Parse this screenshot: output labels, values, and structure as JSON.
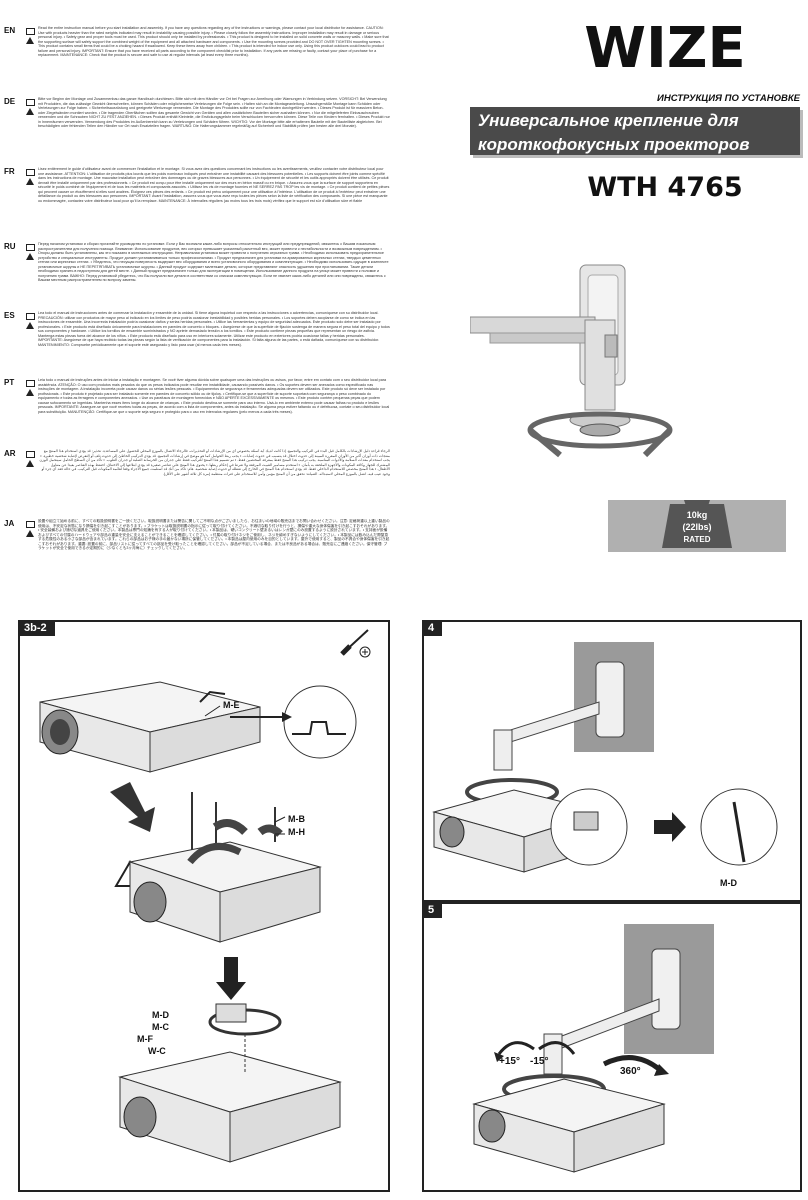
{
  "brand": "WIZE",
  "doc_type": "ИНСТРУКЦИЯ ПО УСТАНОВКЕ",
  "product_title_line1": "Универсальное крепление для",
  "product_title_line2": "короткофокусных проекторов",
  "model": "WTH 4765",
  "rating": {
    "weight": "10kg",
    "weight_alt": "(22lbs)",
    "label": "RATED"
  },
  "sections": [
    {
      "lang": "EN",
      "text": "Read the entire instruction manual before you start installation and assembly. If you have any questions regarding any of the instructions or warnings, please contact your local distributor for assistance. CAUTION: Use with products heavier than the rated weights indicated may result in instability causing possible injury. • Please closely follow the assembly instructions. Improper installation may result in damage or serious personal injury. • Safety gear and proper tools must be used. This product should only be installed by professionals. • This product is designed to be installed on solid concrete walls or masonry walls. • Make sure that the supporting surface will safely support the combined weight of the equipment and all attached hardware and components. • Use the mounting screws provided and DO NOT OVER TIGHTEN mounting screws. • This product contains small items that could be a choking hazard if swallowed. Keep these items away from children. • This product is intended for indoor use only. Using this product outdoors could lead to product failure and personal injury. IMPORTANT: Ensure that you have received all parts according to the component checklist prior to installation. If any parts are missing or faulty, contact your place of purchase for a replacement. MAINTENANCE: Check that the product is secure and safe to use at regular intervals (at least every three months)."
    },
    {
      "lang": "DE",
      "text": "Bitte vor Beginn der Montage und Zusammenbau das ganze Handbuch durchlesen. Bitte sich mit dem Händler vor Ort bei Fragen zur Anreihung oder Warnungen in Verbindung setzen. VORSICHT: Bei Verwendung mit Produkten, die das zulässige Gewicht überschreiten, können Schäden oder möglicherweise Verletzungen die Folge sein. • Halten sich an die Montageanleitung. Unsachgemäße Montage kann Schäden oder Verletzungen zur Folge haben. • Sicherheitsausrüstung und geeignete Werkzeuge verwenden. Die Montage des Produktes sollte nur von Fachleuten durchgeführt werden. • Dieses Produkt ist für massiven Beton- oder Ziegelwänden montiert worden. • Die tragenden Oberflächen sollten das gesamte Gewicht von Geräten und allen zusätzlichen Bauteilen sicher aushalten können. • Nur die mitgelieferten Einbauschrauben verwenden und die Schrauben NICHT ZU FEST ANZIEHEN. • Dieses Produkt enthält Kleinteile, die Erstickungsgefahr beim Verschlucken hervorrufen können. Diese Teile von Kindern fernhalten. • Dieses Produkt nur in Innenräumen verwenden. Verwendung des Produktes im Außenbereich kann zu Verletzungen und Schäden führen. WICHTIG: Vor der Montage bitte alle erhaltenen Bauteile mit der Bauteilliste abgleichen. Bei beschädigten oder fehlenden Teilen den Händler vor Ort nach Ersatzteilen fragen. WARTUNG: Die Halterungskammer regelmäßig auf Sicherheit und Stabilität prüfen (am besten alle drei Monate)."
    },
    {
      "lang": "FR",
      "text": "Lisez entièrement le guide d'utilisateur avant de commencer l'installation et le montage. Si vous avez des questions concernant les instructions ou les avertissements, veuillez contacter votre distributeur local pour une assistance. ATTENTION: L'utilisation de produits plus lourds que les poids nominaux indiqués peut entraîner une instabilité causant des blessures potentielles. • Les supports doivent être joints comme spécifié dans les instructions de montage. Une mauvaise installation peut entraîner des dommages ou de graves blessures aux personnes. • Un équipement de sécurité et les outils appropriés doivent être utilisés. Ce produit devrait être installé uniquement par des professionnels. • Ce produit est conçu pour être installé uniquement sur des murs en béton massif ou en brique. • Assurez-vous que la surface de support supportera en sécurité le poids combiné de l'équipement et de tous les matériels et composants associés. • Utilisez les vis de montage fournies et NE SERREZ PAS TROP les vis de montage. • Ce produit contient de petites pièces qui peuvent causer un étouffement si elles sont avalées. Éloignez ces pièces des enfants. • Ce produit est prévu uniquement pour une utilisation à l'intérieur. L'utilisation de ce produit à l'extérieur peut entraîner une défaillance du produit ou des blessures aux personnes. IMPORTANT: Avant l'installation, assurez-vous que vous avez reçu toutes les pièces selon la liste de vérification des composants. Si une pièce est manquante ou endommagée, contactez votre distributeur local pour qu'il la remplace. MAINTENANCE: À intervalles réguliers (au moins tous les trois mois) vérifiez que le support est sûr d'utilisation sûre et fiable"
    },
    {
      "lang": "RU",
      "text": "Перед началом установки и сборки прочитайте руководство по установке. Если у Вас возникли какие-либо вопросы относительно инструкций или предупреждений, свяжитесь с Вашим локальным распространителем для получения помощи. Внимание: Использование продуктов, вес которых превышает указанный расчетный вес, может привести к нестабильности и возможным повреждениям. • Опоры должны быть установлены, как это показано в монтажных инструкциях. Неправильная установка может привести к получению серьезных травм. • Необходимо использовать предохранительное устройство и специальные инструменты. Продукт должен устанавливаться только профессионалами. • Продукт предназначен для установки на армированных кирпичных стенах, твердых цементных стенах или кирпичных стенах. • Убедитесь, что несущая поверхность выдержит вес оборудования и всего установочного оборудования и комплектующих. • Необходимо использовать идущие в комплекте установочные шурупы и НЕ ПЕРЕТЯГИВАТЬ установочные шурупы. • Данный продукт содержит маленькие детали, которые представляют опасность удушения при проглатывании. Такие детали необходимо хранить в недоступном для детей месте. • Данный продукт предназначен только для эксплуатации в помещении. Использование данного продукта на улице может привести к поломке и получению травм. ВАЖНО: Перед установкой убедитесь, что Вы получили все детали в соответствии со списком комплектующих. Если не хватает каких-либо деталей или они повреждены, свяжитесь с Вашим местным распространителем по вопросу замены."
    },
    {
      "lang": "ES",
      "text": "Lea todo el manual de instrucciones antes de comenzar la instalación y ensamble de la unidad. Si tiene alguna inquietud con respecto a las instrucciones o advertencias, comuníquese con su distribuidor local. PRECAUCIÓN: utilizar con productos de mayor peso al indicado en los límites de peso podría ocasionar inestabilidad y posibles heridas personales. • Los soportes deben acoplarse de como se indica en las instrucciones de ensamble. Una incorrecta instalación podría ocasionar daños y serias heridas personales. • Utilice las herramientas y equipo de seguridad adecuados. Este producto solo debe ser instalado por profesionales. • Este producto está diseñado únicamente para instalaciones en paredes de concreto o bloques. • Asegúrese de que la superficie de fijación sostenga de manera segura el peso total del equipo y todos sus componentes y hardware. • Utilice los tornillos de ensamble suministrados y NO apriete demasiado tensión a los tornillos. • Este producto contiene piezas pequeñas que representan un riesgo de asfixia. Mantenga estas piezas fuera del alcance de los niños. • Este producto está diseñado para uso en interiores solamente. Utilizar este producto en exteriores podría ocasionar fallas y heridas personales. IMPORTANTE: Asegúrese de que haya recibido todas las piezas según la lista de verificación de componentes para la instalación. Si falta alguna de las partes, o está dañada, comuníquese con su distribuidor. MANTENIMIENTO: Compruebe periódicamente que el soporte esté asegurado y listo para usar (al menos cada tres meses)."
    },
    {
      "lang": "PT",
      "text": "Leia todo o manual de instruções antes de iniciar a instalação e montagem. Se você tiver alguma dúvida sobre quaisquer uma das instruções ou avisos, por favor, entre em contato com o seu distribuidor local para assistência. ATENÇÃO: O uso com produtos mais pesados do que os pesos indicados pode resultar em instabilidade, causando possíveis danos. • Os suportes devem ser anexados como especificado nas instruções de montagem. A instalação incorreta pode causar danos ou sérias lesões pessoais. • Equipamentos de segurança e ferramentas adequadas devem ser utilizados. Este produto só deve ser instalado por profissionais. • Este produto é projetado para ser instalado somente em paredes de concreto sólido ou de tijolos. • Certifique-se que a superfície de suporte suportará com segurança o peso combinado do equipamento e todas as ferragens e componentes anexados. • Use os parafusos de montagem fornecidos e NÃO APERTE EXCESSIVAMENTE os mesmos. • Este produto contém pequenas peças que podem causar sufocamento se ingeridas. Mantenha esses itens longe do alcance de crianças. • Este produto destina-se somente para uso interno. Usá-lo em ambiente externo pode causar falhas no produto e lesões pessoais. IMPORTANTE: Assegure-se que você recebeu todas as peças, de acordo com a lista de componentes, antes da instalação. Se alguma peça estiver faltando ou é defeituosa, contate o seu distribuidor local para substituição. MANUTENÇÃO: Certifique-se que o suporte seja seguro e protegido para o uso em intervalos regulares (pelo menos a cada três meses)."
    },
    {
      "lang": "AR",
      "text": "الرجاء قراءة دليل الإرشادات بالكامل قبل البدء في التركيب والتجميع. إذا كانت لديك أية أسئلة بخصوص أي من الإرشادات أو التحذيرات، فالرجاء الاتصال بالموزع المحلي للحصول على المساعدة. تحذير: قد يؤدي استخدام هذا المنتج مع منتجات ذات أوزان أكبر من الأوزان المقررة المبينة إلى حدوث اختلال قد يتسبب في حدوث إصابات. • يجب ربط الحوامل كما هو موضح في إرشادات التجميع. قد يؤدي التركيب الخاطئ إلى حدوث تلف أو التعرض لإصابة شخصية خطيرة. • يجب استخدام معدات السلامة والأدوات المناسبة. يجب تركيب هذا المنتج فقط بمعرفة المختصين فقط. • تم تصميم هذا المنتج للتركيب فقط على جدران من الخرسانة الصلبة أو جدران الطوب. • تأكد من أن السطح الحامل سيتحمل الوزن المشترك للجهاز وكافة المكونات والأجهزة الملحقة به بأمان. • استخدم مسامير التثبيت المرفقة ولا تفرط في إحكام ربطها. • يحتوي هذا المنتج على عناصر صغيرة قد يؤدي ابتلاعها إلى الاختناق. احتفظ بهذه العناصر بعيدا عن متناول الأطفال. • هذا المنتج مخصص للاستخدام الداخلي فقط. قد يؤدي استخدام هذا المنتج في الخارج إلى تعطله أو حدوث إصابة شخصية. هام: تأكد من أنك قد استلمت جميع الأجزاء وفقا لقائمة المكونات قبل التركيب. في حالة فقد أي جزء أو وجود عيب فيه، اتصل بالموزع المحلي لاستبداله. الصيانة: تحقق من أن المنتج مؤمن وآمن للاستخدام على فترات منتظمة (مرة كل ثلاثة أشهر على الأقل)."
    },
    {
      "lang": "JA",
      "text": "設置や組立て始める前に、すべての取扱説明書をご一読ください。取扱説明書または警告に関してご不明な点がございましたら、お住まいの地域の販売店までお問い合わせください。注意: 定格荷重以上重い製品の使用は、不安定な状態になり損傷を引き起こすことがあります。• ブラケットは取扱説明書の指示に従って取り付けてください。不適切な取り付けを行うと、損傷や重大な身体傷害を引き起こすおそれがあります。• 安全装備および適切な道具をご使用ください。本製品は専門の知識を有する人が取り付けてください。• 本製品は、硬いコンクリート壁あるいはレンガ壁にのみ設置するように設計されています。• 支持面が設備およびすべての付属のハードウェアや部品の重量を安全に支えることができることを確認してください。• 付属の取り付けネジをご使用し、ネジを締めすぎないようにしてください。• 本製品には飲み込んだ際窒息する危険性のある小さな部品が含まれています。これらの部品はお子様の手の届かない場所に保管してください。• 本製品は屋内使用のみを目的としています。屋外で使用すると、製品の不具合や身体傷害を引き起こすおそれがあります。重要: 設置の前に、部品リストに従ってすべての部品を受け取ったことを確認してください。部品が不足している場合、または不良品がある場合は、販売店にご連絡ください。保守管理: ブラケットが安全で使用できるか定期的に（少なくとも3ヶ月毎に）チェックしてください。"
    }
  ],
  "steps": [
    {
      "number": "3b-2",
      "labels": [
        "M-E",
        "M-B",
        "M-H",
        "M-D",
        "M-C",
        "M-F",
        "W-C"
      ]
    },
    {
      "number": "4",
      "labels": [
        "M-D"
      ]
    },
    {
      "number": "5",
      "labels": [
        "+15°",
        "-15°",
        "360°"
      ]
    }
  ],
  "colors": {
    "banner": "#4a4a4a",
    "wall": "#9a9a9a",
    "rating_box": "#b0b0b0",
    "brand": "#111111"
  }
}
